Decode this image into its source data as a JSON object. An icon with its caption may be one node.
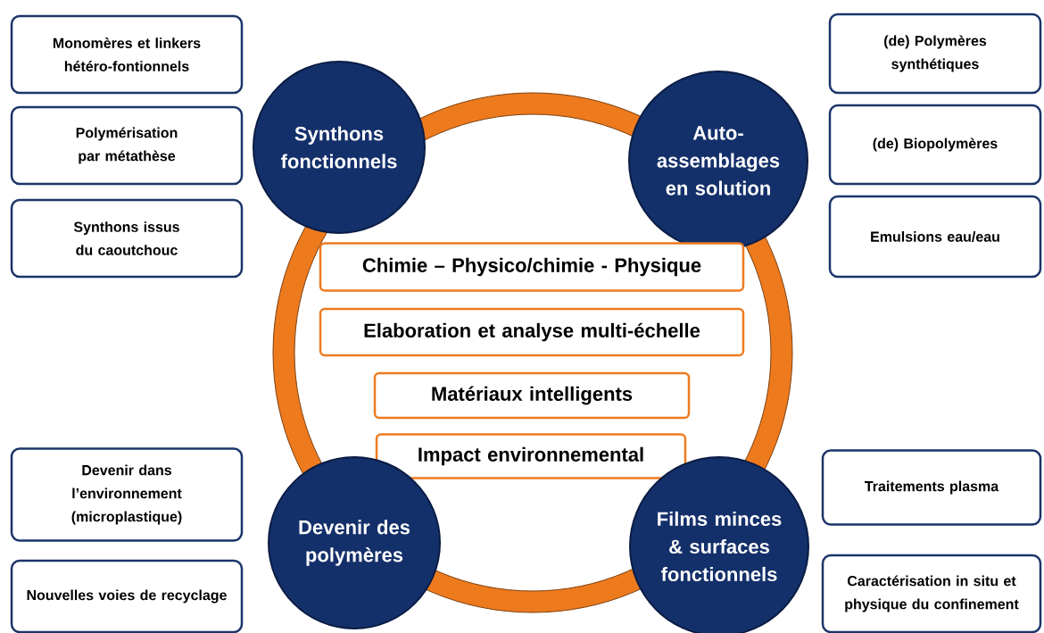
{
  "diagram": {
    "nodes": [
      {
        "text": [
          "Monomères et linkers hétéro-fontionnels"
        ]
      },
      {
        "text": [
          "Polymérisation par métathèse"
        ]
      },
      {
        "text": [
          "Synthons issus du caoutchouc"
        ]
      },
      {
        "text": [
          "Synthons fonctionnels"
        ]
      },
      {
        "text": [
          "Auto-assemblages en solution"
        ]
      },
      {
        "text": [
          "(de) Polymères synthétiques"
        ]
      },
      {
        "text": [
          "(de) Biopolymères"
        ]
      },
      {
        "text": [
          "Emulsions eau/eau"
        ]
      },
      {
        "text": [
          "Chimie – Physico/chimie - Physique"
        ]
      },
      {
        "text": [
          "Elaboration et analyse multi-échelle"
        ]
      },
      {
        "text": [
          "Matériaux intelligents"
        ]
      },
      {
        "text": [
          "Impact environnemental"
        ]
      },
      {
        "text": [
          "Devenir dans l’environnement (microplastique)"
        ]
      },
      {
        "text": [
          "Nouvelles voies de recyclage"
        ]
      },
      {
        "text": [
          "Devenir des polymères"
        ]
      },
      {
        "text": [
          "Films minces & surfaces fonctionnels"
        ]
      },
      {
        "text": [
          "Traitements plasma"
        ]
      },
      {
        "text": [
          "Caractérisation in situ et physique du confinement"
        ]
      }
    ]
  }
}
